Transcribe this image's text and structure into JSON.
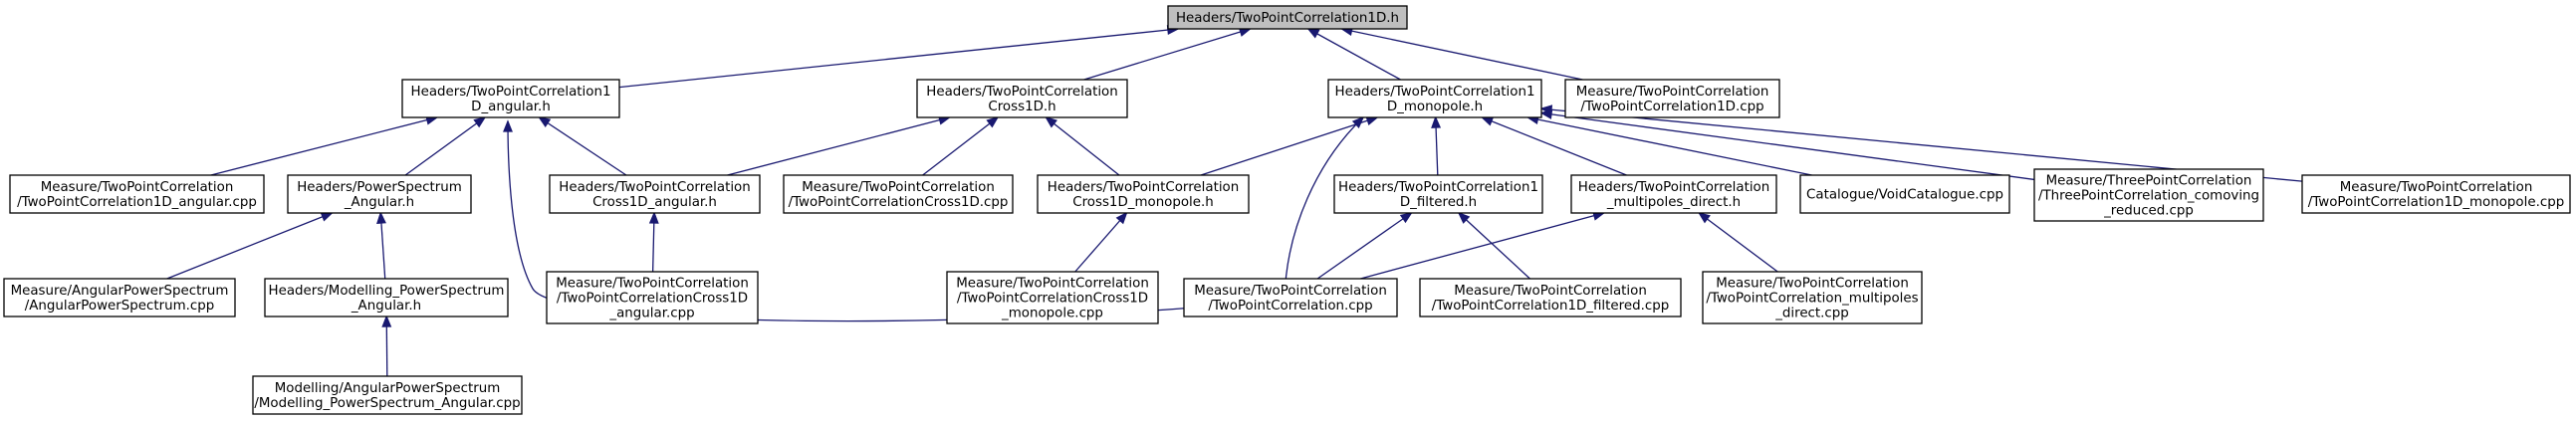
{
  "diagram": {
    "nodes": {
      "root": [
        "Headers/TwoPointCorrelation1D.h"
      ],
      "h_angular": [
        "Headers/TwoPointCorrelation1",
        "D_angular.h"
      ],
      "h_cross1d": [
        "Headers/TwoPointCorrelation",
        "Cross1D.h"
      ],
      "h_monopole": [
        "Headers/TwoPointCorrelation1",
        "D_monopole.h"
      ],
      "m_2pc1d_cpp": [
        "Measure/TwoPointCorrelation",
        "/TwoPointCorrelation1D.cpp"
      ],
      "m_angular_cpp": [
        "Measure/TwoPointCorrelation",
        "/TwoPointCorrelation1D_angular.cpp"
      ],
      "h_powerspectrum": [
        "Headers/PowerSpectrum",
        "_Angular.h"
      ],
      "h_cross1d_angular": [
        "Headers/TwoPointCorrelation",
        "Cross1D_angular.h"
      ],
      "m_cross1d_cpp": [
        "Measure/TwoPointCorrelation",
        "/TwoPointCorrelationCross1D.cpp"
      ],
      "h_cross1d_monopole": [
        "Headers/TwoPointCorrelation",
        "Cross1D_monopole.h"
      ],
      "h_filtered": [
        "Headers/TwoPointCorrelation1",
        "D_filtered.h"
      ],
      "h_multipoles": [
        "Headers/TwoPointCorrelation",
        "_multipoles_direct.h"
      ],
      "c_void_cpp": [
        "Catalogue/VoidCatalogue.cpp"
      ],
      "m_three_cpp": [
        "Measure/ThreePointCorrelation",
        "/ThreePointCorrelation_comoving",
        "_reduced.cpp"
      ],
      "m_monopole_cpp": [
        "Measure/TwoPointCorrelation",
        "/TwoPointCorrelation1D_monopole.cpp"
      ],
      "m_aps_cpp": [
        "Measure/AngularPowerSpectrum",
        "/AngularPowerSpectrum.cpp"
      ],
      "h_modelling": [
        "Headers/Modelling_PowerSpectrum",
        "_Angular.h"
      ],
      "m_cross1d_angular_cpp": [
        "Measure/TwoPointCorrelation",
        "/TwoPointCorrelationCross1D",
        "_angular.cpp"
      ],
      "m_cross1d_monopole_cpp": [
        "Measure/TwoPointCorrelation",
        "/TwoPointCorrelationCross1D",
        "_monopole.cpp"
      ],
      "m_2pc_cpp": [
        "Measure/TwoPointCorrelation",
        "/TwoPointCorrelation.cpp"
      ],
      "m_filtered_cpp": [
        "Measure/TwoPointCorrelation",
        "/TwoPointCorrelation1D_filtered.cpp"
      ],
      "m_multipoles_cpp": [
        "Measure/TwoPointCorrelation",
        "/TwoPointCorrelation_multipoles",
        "_direct.cpp"
      ],
      "mod_aps_cpp": [
        "Modelling/AngularPowerSpectrum",
        "/Modelling_PowerSpectrum_Angular.cpp"
      ]
    },
    "edges": [
      [
        "root",
        "h_angular"
      ],
      [
        "root",
        "h_cross1d"
      ],
      [
        "root",
        "h_monopole"
      ],
      [
        "root",
        "m_2pc1d_cpp"
      ],
      [
        "h_angular",
        "m_angular_cpp"
      ],
      [
        "h_angular",
        "h_powerspectrum"
      ],
      [
        "h_angular",
        "h_cross1d_angular"
      ],
      [
        "h_angular",
        "m_2pc_cpp"
      ],
      [
        "h_cross1d",
        "h_cross1d_angular"
      ],
      [
        "h_cross1d",
        "m_cross1d_cpp"
      ],
      [
        "h_cross1d",
        "h_cross1d_monopole"
      ],
      [
        "h_monopole",
        "h_cross1d_monopole"
      ],
      [
        "h_monopole",
        "m_2pc_cpp"
      ],
      [
        "h_monopole",
        "h_filtered"
      ],
      [
        "h_monopole",
        "h_multipoles"
      ],
      [
        "h_monopole",
        "c_void_cpp"
      ],
      [
        "h_monopole",
        "m_three_cpp"
      ],
      [
        "h_monopole",
        "m_monopole_cpp"
      ],
      [
        "h_powerspectrum",
        "m_aps_cpp"
      ],
      [
        "h_powerspectrum",
        "h_modelling"
      ],
      [
        "h_cross1d_angular",
        "m_cross1d_angular_cpp"
      ],
      [
        "h_cross1d_monopole",
        "m_cross1d_monopole_cpp"
      ],
      [
        "h_filtered",
        "m_2pc_cpp"
      ],
      [
        "h_filtered",
        "m_filtered_cpp"
      ],
      [
        "h_multipoles",
        "m_2pc_cpp"
      ],
      [
        "h_multipoles",
        "m_multipoles_cpp"
      ],
      [
        "h_modelling",
        "mod_aps_cpp"
      ]
    ]
  },
  "colors": {
    "edge": "#191970",
    "root_fill": "#bfbfbf",
    "node_fill": "#ffffff",
    "node_border": "#000000"
  }
}
